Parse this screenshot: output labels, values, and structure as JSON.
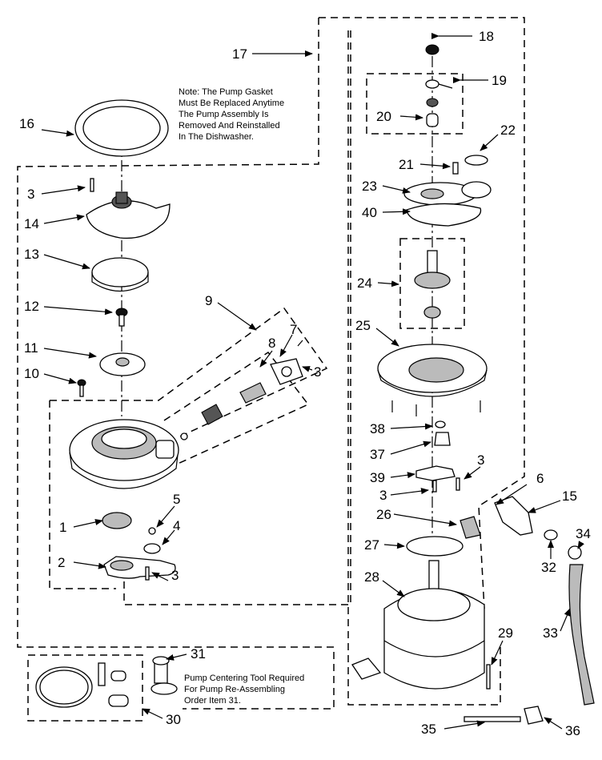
{
  "diagram": {
    "note": [
      "Note: The Pump Gasket",
      "Must Be Replaced Anytime",
      "The Pump Assembly Is",
      "Removed And Reinstalled",
      "In The Dishwasher."
    ],
    "tool_note": [
      "Pump Centering Tool Required",
      "For Pump Re-Assembling",
      "Order Item 31."
    ],
    "callouts": {
      "c1": "1",
      "c2": "2",
      "c3a": "3",
      "c3b": "3",
      "c3c": "3",
      "c3d": "3",
      "c3e": "3",
      "c4": "4",
      "c5": "5",
      "c6": "6",
      "c7": "7",
      "c8": "8",
      "c9": "9",
      "c10": "10",
      "c11": "11",
      "c12": "12",
      "c13": "13",
      "c14": "14",
      "c15": "15",
      "c16": "16",
      "c17": "17",
      "c18": "18",
      "c19": "19",
      "c20": "20",
      "c21": "21",
      "c22": "22",
      "c23": "23",
      "c24": "24",
      "c25": "25",
      "c26": "26",
      "c27": "27",
      "c28": "28",
      "c29": "29",
      "c30": "30",
      "c31": "31",
      "c32": "32",
      "c33": "33",
      "c34": "34",
      "c35": "35",
      "c36": "36",
      "c37": "37",
      "c38": "38",
      "c39": "39",
      "c40": "40"
    }
  }
}
